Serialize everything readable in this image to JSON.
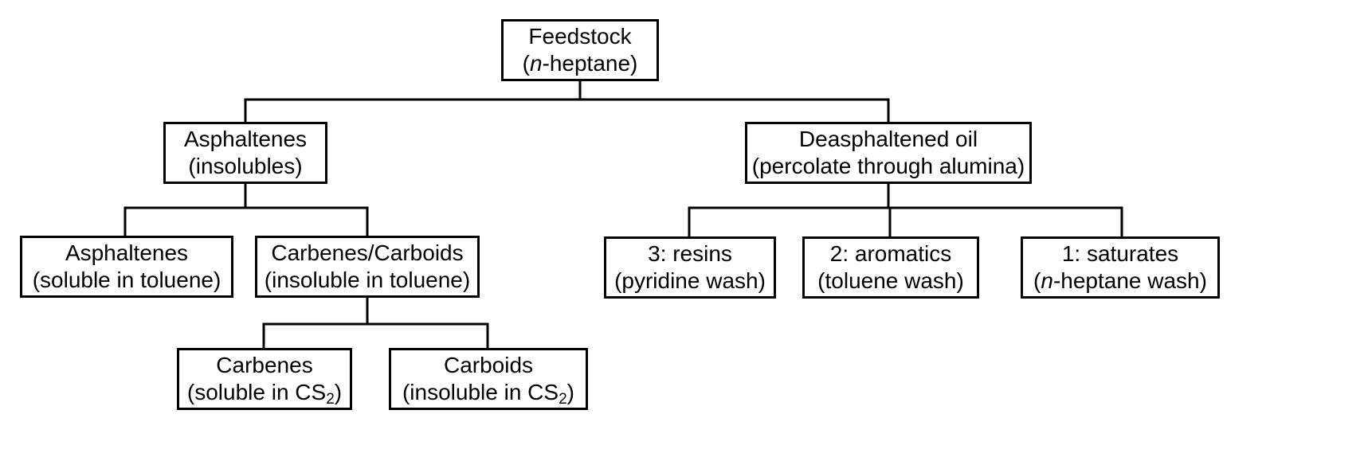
{
  "diagram": {
    "nodes": {
      "feedstock": {
        "line1": "Feedstock",
        "line2_prefix_italic": "n",
        "line2_rest": "-heptane)",
        "line2_open": "("
      },
      "asphaltenes_insolubles": {
        "line1": "Asphaltenes",
        "line2": "(insolubles)"
      },
      "deasphaltened_oil": {
        "line1": "Deasphaltened oil",
        "line2": "(percolate through alumina)"
      },
      "asphaltenes_soluble": {
        "line1": "Asphaltenes",
        "line2": "(soluble in toluene)"
      },
      "carbenes_carboids": {
        "line1": "Carbenes/Carboids",
        "line2": "(insoluble in toluene)"
      },
      "resins": {
        "line1": "3: resins",
        "line2": "(pyridine wash)"
      },
      "aromatics": {
        "line1": "2: aromatics",
        "line2": "(toluene wash)"
      },
      "saturates": {
        "line1": "1: saturates",
        "line2_open": "(",
        "line2_prefix_italic": "n",
        "line2_rest": "-heptane wash)"
      },
      "carbenes": {
        "line1": "Carbenes",
        "line2_main": "(soluble in CS",
        "line2_sub": "2",
        "line2_close": ")"
      },
      "carboids": {
        "line1": "Carboids",
        "line2_main": "(insoluble in CS",
        "line2_sub": "2",
        "line2_close": ")"
      }
    },
    "edges": [
      [
        "feedstock",
        "asphaltenes_insolubles"
      ],
      [
        "feedstock",
        "deasphaltened_oil"
      ],
      [
        "asphaltenes_insolubles",
        "asphaltenes_soluble"
      ],
      [
        "asphaltenes_insolubles",
        "carbenes_carboids"
      ],
      [
        "deasphaltened_oil",
        "resins"
      ],
      [
        "deasphaltened_oil",
        "aromatics"
      ],
      [
        "deasphaltened_oil",
        "saturates"
      ],
      [
        "carbenes_carboids",
        "carbenes"
      ],
      [
        "carbenes_carboids",
        "carboids"
      ]
    ]
  }
}
